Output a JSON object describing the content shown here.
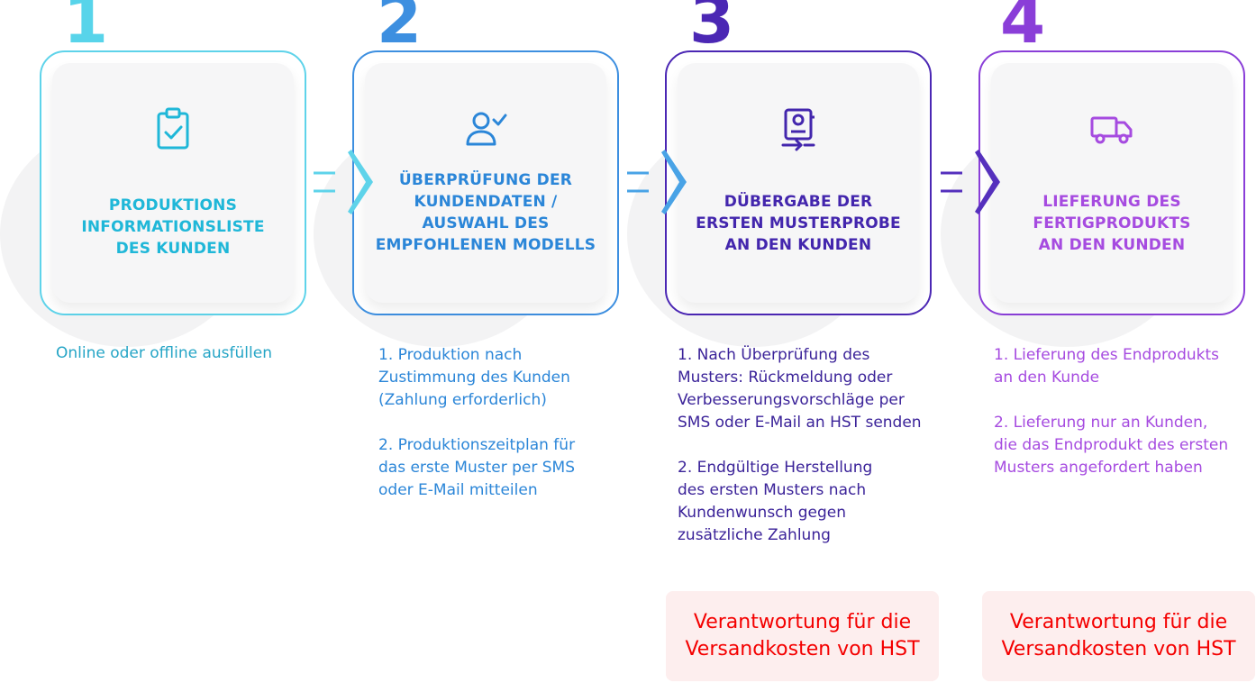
{
  "steps": [
    {
      "number": "1",
      "icon": "clipboard-check-icon",
      "color": "#4ed0e6",
      "title": "PRODUKTIONS\nINFORMATIONSLISTE\nDES KUNDEN",
      "title_color": "#1fb7d8",
      "description": "Online oder offline ausfüllen",
      "description_color": "#26a5c6"
    },
    {
      "number": "2",
      "icon": "user-check-icon",
      "color": "#3d8fe0",
      "title": "ÜBERPRÜFUNG DER\nKUNDENDATEN /\nAUSWAHL DES\nEMPFOHLENEN MODELLS",
      "title_color": "#2b86d8",
      "description": "1. Produktion nach\nZustimmung des Kunden\n(Zahlung erforderlich)\n\n2. Produktionszeitplan für\ndas erste Muster per SMS\noder E-Mail mitteilen",
      "description_color": "#2b86d8"
    },
    {
      "number": "3",
      "icon": "badge-transfer-icon",
      "color": "#4b27b4",
      "title": "DÜBERGABE DER\nERSTEN MUSTERPROBE\nAN DEN KUNDEN",
      "title_color": "#4326ad",
      "description": "1. Nach Überprüfung des\nMusters: Rückmeldung oder\nVerbesserungsvorschläge per\nSMS oder E-Mail an HST senden\n\n2. Endgültige Herstellung\ndes ersten Musters nach\nKundenwunsch gegen\nzusätzliche Zahlung",
      "description_color": "#3b2399"
    },
    {
      "number": "4",
      "icon": "delivery-truck-icon",
      "color": "#8a3ed8",
      "title": "LIEFERUNG DES\nFERTIGPRODUKTS\nAN DEN KUNDEN",
      "title_color": "#a64be0",
      "description": "1. Lieferung des Endprodukts\nan den Kunde\n\n2. Lieferung nur an Kunden,\ndie das Endprodukt des ersten\nMusters angefordert haben",
      "description_color": "#a64be0"
    }
  ],
  "notes": [
    "Verantwortung für die\nVersandkosten von HST",
    "Verantwortung für die\nVersandkosten von HST"
  ],
  "colors": {
    "arrow_1": "#5ed3ea",
    "arrow_2": "#49a3e6",
    "arrow_3": "#5530bd",
    "note_text": "#f40000",
    "note_bg": "#fdeeee"
  }
}
